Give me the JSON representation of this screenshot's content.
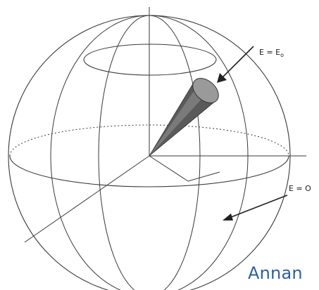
{
  "labels": {
    "e_equals_e0": {
      "main": "E = E",
      "sub": "o"
    },
    "e_equals_0": "E = O"
  },
  "caption": "Annan",
  "colors": {
    "line": "#3a3a3a",
    "cone_dark": "#5a5a5a",
    "cone_cap": "#9a9a9a",
    "caption": "#2b5fa8"
  }
}
